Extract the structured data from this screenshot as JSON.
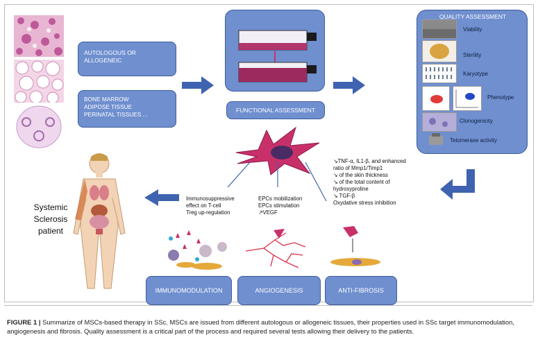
{
  "source_labels": {
    "origin": [
      "AUTOLOGOUS OR",
      "ALLOGENEIC"
    ],
    "tissues": [
      "BONE MARROW",
      "ADIPOSE TISSUE",
      "PERINATAL TISSUES ..."
    ]
  },
  "functional_assessment": "FUNCTIONAL ASSESSMENT",
  "quality": {
    "title": "QUALITY ASSESSMENT",
    "items": [
      "Viability",
      "Sterility",
      "Karyotype",
      "Phenotype",
      "Clonogenicity",
      "Telomerase activity"
    ]
  },
  "patient": [
    "Systemic",
    "Sclerosis",
    "patient"
  ],
  "effects": {
    "immuno": [
      "Immunosuppressive",
      "effect on T-cell",
      "Treg up-regulation"
    ],
    "angio": [
      "EPCs mobilization",
      "EPCs stimulation",
      "↗VEGF"
    ],
    "fibro": [
      "↘TNF-α, IL1-β, and enhanced",
      "ratio of Mmp1/Timp1",
      "↘ of the skin thickness",
      "↘ of the total content of",
      "hydroxyproline",
      "↘ TGF-β",
      "Oxydative stress inhibition"
    ]
  },
  "outcomes": {
    "immunomodulation": "IMMUNOMODULATION",
    "angiogenesis": "ANGIOGENESIS",
    "antifibrosis": "ANTI-FIBROSIS"
  },
  "caption": {
    "label": "FIGURE 1 |",
    "text": "Summarize of MSCs-based therapy in SSc. MSCs are issued from different autologous or allogeneic tissues, their properties used in SSc target immunomodulation, angiogenesis and fibrosis. Quality assessment is a critical part of the process and required several tests allowing their delivery to the patients."
  },
  "colors": {
    "box": "#6f8fcf",
    "box_border": "#3e5c9c",
    "arrow": "#3f63b0",
    "cell": "#c8306a"
  }
}
